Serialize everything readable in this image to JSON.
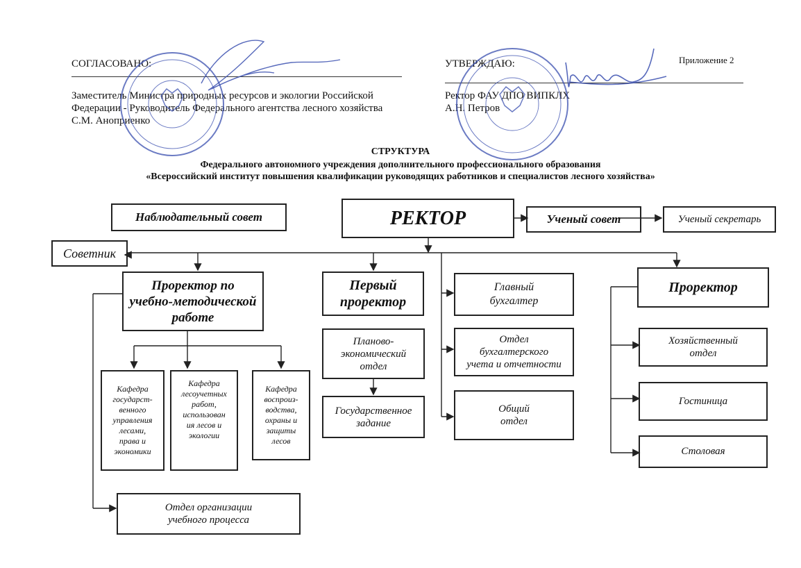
{
  "header": {
    "appendix": "Приложение 2",
    "left": {
      "label": "СОГЛАСОВАНО:",
      "line1": "Заместитель Министра природных ресурсов и экологии Российской",
      "line2": "Федерации - Руководитель Федерального агентства лесного хозяйства",
      "line3": "С.М. Аноприенко"
    },
    "right": {
      "label": "УТВЕРЖДАЮ:",
      "line1": "Ректор ФАУ ДПО ВИПКЛХ",
      "line2": "А.Н. Петров"
    }
  },
  "title": {
    "line1": "СТРУКТУРА",
    "line2": "Федерального автономного учреждения дополнительного профессионального образования",
    "line3": "«Всероссийский институт повышения квалификации руководящих работников и специалистов лесного хозяйства»"
  },
  "org": {
    "supervisory": "Наблюдательный совет",
    "rector": "РЕКТОР",
    "academic_council": "Ученый совет",
    "secretary": "Ученый секретарь",
    "advisor": "Советник",
    "vp_edu": [
      "Проректор по",
      "учебно-методической",
      "работе"
    ],
    "first_vp": [
      "Первый",
      "проректор"
    ],
    "chief_acc": [
      "Главный",
      "бухгалтер"
    ],
    "vp": "Проректор",
    "planning": [
      "Планово-",
      "экономический",
      "отдел"
    ],
    "state_task": [
      "Государственное",
      "задание"
    ],
    "accounting": [
      "Отдел",
      "бухгалтерского",
      "учета и отчетности"
    ],
    "general": [
      "Общий",
      "отдел"
    ],
    "household": [
      "Хозяйственный",
      "отдел"
    ],
    "hotel": "Гостиница",
    "canteen": "Столовая",
    "dept1": [
      "Кафедра",
      "государст-",
      "венного",
      "управления",
      "лесами,",
      "права и",
      "экономики"
    ],
    "dept2": [
      "Кафедра",
      "лесоучетных",
      "работ,",
      "использован",
      "ия лесов и",
      "экологии"
    ],
    "dept3": [
      "Кафедра",
      "воспроиз-",
      "водства,",
      "охраны и",
      "защиты",
      "лесов"
    ],
    "edu_process": [
      "Отдел организации",
      "учебного процесса"
    ]
  }
}
